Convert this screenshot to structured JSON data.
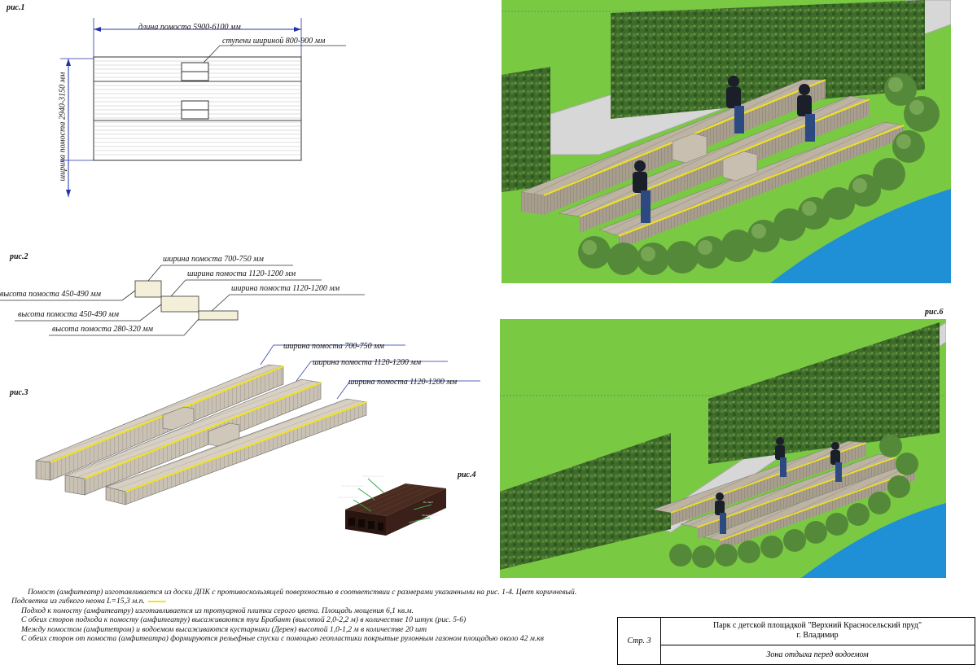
{
  "fig1": {
    "caption": "рис.1",
    "length": "длина помоста 5900-6100 мм",
    "steps": "ступени шириной 800-900 мм",
    "width": "ширина помоста 2940-3150 мм"
  },
  "fig2": {
    "caption": "рис.2",
    "w1": "ширина помоста 700-750 мм",
    "w2": "ширина помоста 1120-1200 мм",
    "w3": "ширина помоста 1120-1200 мм",
    "h1": "высота помоста 450-490 мм",
    "h2": "высота помоста 450-490 мм",
    "h3": "высота помоста 280-320 мм"
  },
  "fig3": {
    "caption": "рис.3",
    "w1": "ширина помоста 700-750 мм",
    "w2": "ширина помоста 1120-1200 мм",
    "w3": "ширина помоста 1120-1200 мм"
  },
  "fig4": {
    "caption": "рис.4"
  },
  "fig6": {
    "caption": "рис.6"
  },
  "notes": [
    "Помост (амфитеатр) изготавливается из доски ДПК с противоскользящей поверхностью в соответствии с размерами указанными на рис. 1-4. Цвет коричневый. Подсветка из гибкого неона L=15,3 м.п.",
    "Подход к помосту (амфитеатру) изготавливается из тротуарной плитки серого цвета. Площадь мощения 6,1 кв.м.",
    "С обеих сторон подхода к помосту (амфитеатру) высаживаются туи Брабант (высотой 2,0-2,2 м) в количестве 10 штук (рис. 5-6)",
    "Между помостом (амфитетром) и водоемом высаживаются кустарники (Дерен) высотой 1,0-1,2 м в количестве 20 шт",
    "С обеих сторон от помоста (амфитеатра) формируются рельефные спуски с помощью геопластики покрытые рулонным газоном площадью около 42 м.кв"
  ],
  "stamp": {
    "page": "Стр. 3",
    "project_line1": "Парк с детской площадкой \"Верхний Красносельский пруд\"",
    "project_line2": "г. Владимир",
    "sheet_title": "Зона отдыха перед водоемом"
  },
  "colors": {
    "grass": "#7ac943",
    "water": "#1f8fd6",
    "deck": "#b8ad9c",
    "neon": "#f2e31a",
    "hedge": "#3d6b2a"
  }
}
